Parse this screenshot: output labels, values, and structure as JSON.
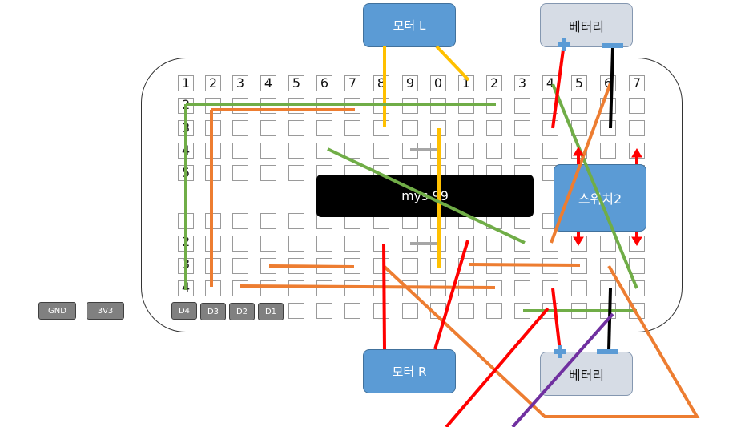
{
  "column_labels": [
    "1",
    "2",
    "3",
    "4",
    "5",
    "6",
    "7",
    "8",
    "9",
    "0",
    "1",
    "2",
    "3",
    "4",
    "5",
    "6",
    "7"
  ],
  "row_labels": [
    "2",
    "3",
    "4",
    "5",
    "2",
    "3",
    "4"
  ],
  "chip_label": "mys 99",
  "motor_left": "모터 L",
  "motor_right": "모터 R",
  "battery_top": "베터리",
  "battery_bottom": "베터리",
  "switch_label": "스위치2",
  "side_buttons": [
    "GND",
    "3V3"
  ],
  "pin_buttons": [
    "D4",
    "D3",
    "D2",
    "D1"
  ],
  "colors": {
    "red": "#ff0000",
    "orange": "#ed7d31",
    "green": "#70ad47",
    "yellow": "#ffc000",
    "black": "#000000",
    "purple": "#7030a0",
    "gray": "#a6a6a6",
    "blue": "#5b9bd5"
  }
}
